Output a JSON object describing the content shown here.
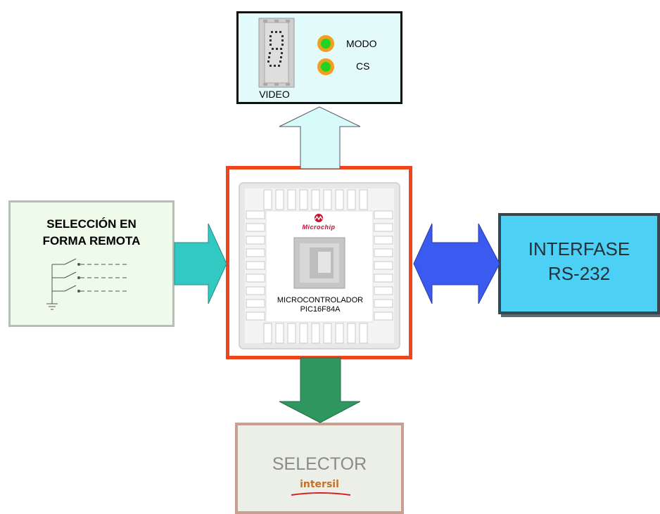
{
  "video_panel": {
    "video_label": "VIDEO",
    "modo_label": "MODO",
    "cs_label": "CS"
  },
  "remote_panel": {
    "title_line1": "SELECCIÓN EN",
    "title_line2": "FORMA REMOTA"
  },
  "rs232_panel": {
    "line1": "INTERFASE",
    "line2": "RS-232"
  },
  "mcu": {
    "brand": "Microchip",
    "line1": "MICROCONTROLADOR",
    "line2": "PIC16F84A"
  },
  "selector_panel": {
    "label": "SELECTOR",
    "brand": "intersil"
  },
  "colors": {
    "mcu_border": "#f0441a",
    "arrow_up": "#d7fbfb",
    "arrow_right": "#33c9c3",
    "arrow_double": "#3b5bf0",
    "arrow_down": "#2f9660",
    "rs232_fill": "#4dd0f5",
    "led": "#22d322",
    "led_ring": "#f0a020"
  }
}
